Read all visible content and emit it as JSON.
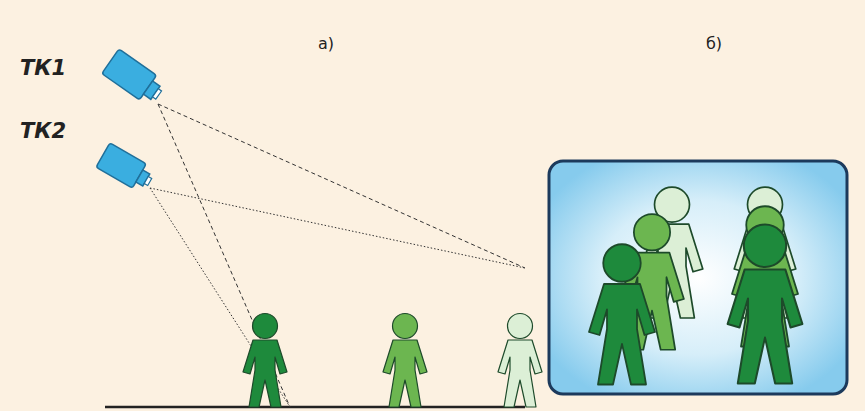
{
  "diagram": {
    "labels": [
      "ТК1",
      "ТК2",
      "а)",
      "б)"
    ]
  }
}
